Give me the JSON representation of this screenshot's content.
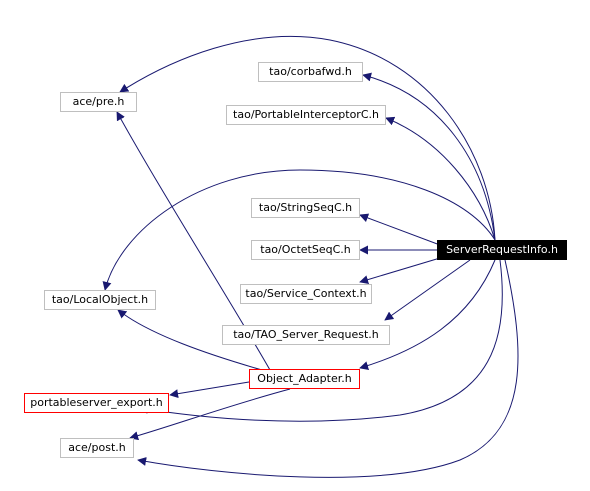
{
  "diagram": {
    "root": "ServerRequestInfo.h",
    "nodes": {
      "pre": "ace/pre.h",
      "corbafwd": "tao/corbafwd.h",
      "pic": "tao/PortableInterceptorC.h",
      "stringseq": "tao/StringSeqC.h",
      "octetseq": "tao/OctetSeqC.h",
      "root": "ServerRequestInfo.h",
      "servctx": "tao/Service_Context.h",
      "local": "tao/LocalObject.h",
      "tao_srv": "tao/TAO_Server_Request.h",
      "objad": "Object_Adapter.h",
      "export": "portableserver_export.h",
      "post": "ace/post.h"
    },
    "edges": [
      {
        "from": "root",
        "to": "pre"
      },
      {
        "from": "root",
        "to": "corbafwd"
      },
      {
        "from": "root",
        "to": "pic"
      },
      {
        "from": "root",
        "to": "local"
      },
      {
        "from": "root",
        "to": "stringseq"
      },
      {
        "from": "root",
        "to": "octetseq"
      },
      {
        "from": "root",
        "to": "servctx"
      },
      {
        "from": "root",
        "to": "tao_srv"
      },
      {
        "from": "root",
        "to": "objad"
      },
      {
        "from": "root",
        "to": "export"
      },
      {
        "from": "root",
        "to": "post"
      },
      {
        "from": "objad",
        "to": "pre"
      },
      {
        "from": "objad",
        "to": "local"
      },
      {
        "from": "objad",
        "to": "export"
      },
      {
        "from": "objad",
        "to": "post"
      }
    ],
    "edge_color": "#191970",
    "node_border_color": "#bfbfbf",
    "highlight_border_color": "#ff0000",
    "root_fill": "#000000",
    "root_text_color": "#ffffff"
  }
}
